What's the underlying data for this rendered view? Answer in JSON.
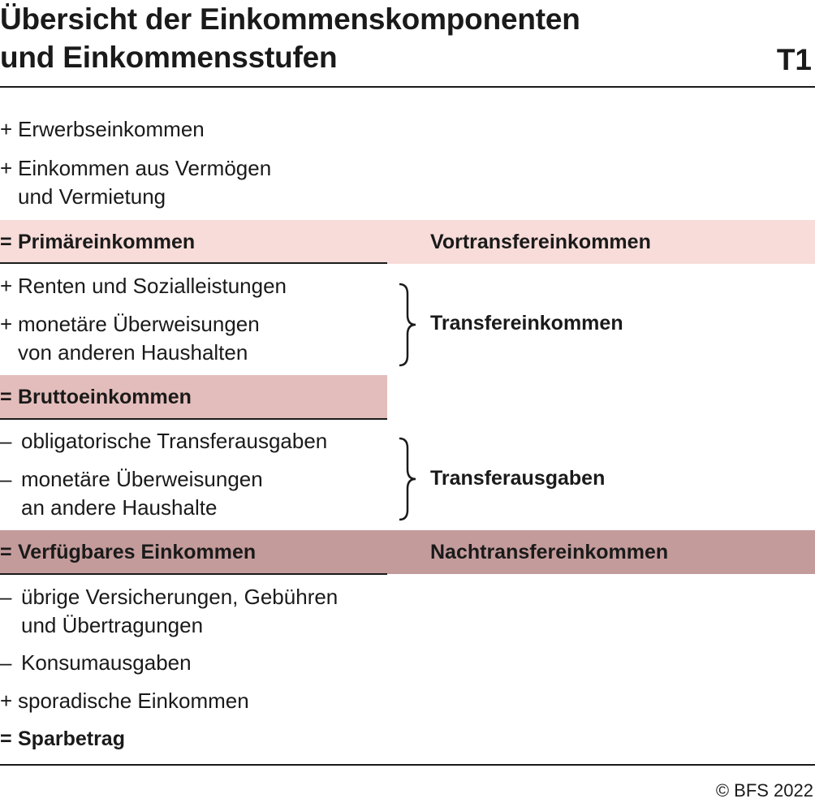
{
  "title": {
    "line1": "Übersicht der Einkommenskomponenten",
    "line2": "und Einkommensstufen",
    "table_id": "T1"
  },
  "colors": {
    "band_light": "#f7dcd9",
    "band_medium": "#e3bdbb",
    "band_dark": "#c49b9b",
    "rule": "#1a1a1a"
  },
  "rows": {
    "erwerb": {
      "sign": "+",
      "text": "Erwerbseinkommen"
    },
    "vermoegen": {
      "sign": "+",
      "line1": "Einkommen aus Vermögen",
      "line2": "und Vermietung"
    },
    "primaer": {
      "sign": "=",
      "text": "Primäreinkommen",
      "right": "Vortransfereinkommen"
    },
    "renten": {
      "sign": "+",
      "text": "Renten und Sozialleistungen"
    },
    "ueberw_von": {
      "sign": "+",
      "line1": "monetäre Überweisungen",
      "line2": "von anderen Haushalten"
    },
    "transfereinkommen": "Transfereinkommen",
    "brutto": {
      "sign": "=",
      "text": "Bruttoeinkommen"
    },
    "oblig": {
      "sign": "–",
      "text": "obligatorische Transferausgaben"
    },
    "ueberw_an": {
      "sign": "–",
      "line1": "monetäre Überweisungen",
      "line2": "an andere Haushalte"
    },
    "transferausgaben": "Transferausgaben",
    "verfuegbar": {
      "sign": "=",
      "text": "Verfügbares Einkommen",
      "right": "Nachtransfereinkommen"
    },
    "uebrige": {
      "sign": "–",
      "line1": "übrige Versicherungen, Gebühren",
      "line2": "und Übertragungen"
    },
    "konsum": {
      "sign": "–",
      "text": "Konsumausgaben"
    },
    "sporadisch": {
      "sign": "+",
      "text": "sporadische Einkommen"
    },
    "spar": {
      "sign": "=",
      "text": "Sparbetrag"
    }
  },
  "footer": {
    "copyright": "© BFS 2022"
  }
}
